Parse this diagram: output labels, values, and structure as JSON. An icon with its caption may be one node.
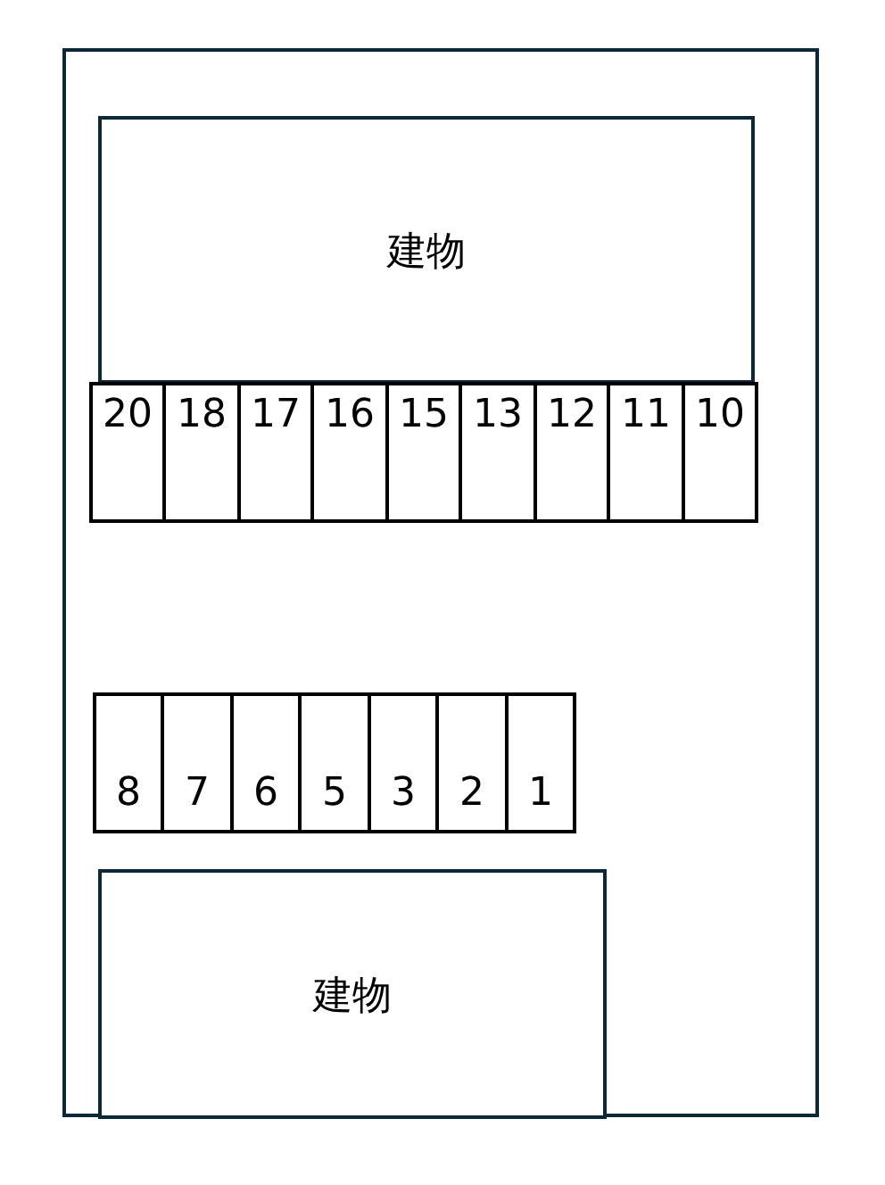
{
  "diagram": {
    "nodes": [
      {
        "text": [],
        "shape": "box"
      },
      {
        "text": [
          "建物"
        ],
        "in": 0
      },
      {
        "text": [
          "20"
        ],
        "in": 0
      },
      {
        "text": [
          "18"
        ],
        "in": 0
      },
      {
        "text": [
          "17"
        ],
        "in": 0
      },
      {
        "text": [
          "16"
        ],
        "in": 0
      },
      {
        "text": [
          "15"
        ],
        "in": 0
      },
      {
        "text": [
          "13"
        ],
        "in": 0
      },
      {
        "text": [
          "12"
        ],
        "in": 0
      },
      {
        "text": [
          "11"
        ],
        "in": 0
      },
      {
        "text": [
          "10"
        ],
        "in": 0
      },
      {
        "text": [
          "8"
        ],
        "in": 0
      },
      {
        "text": [
          "7"
        ],
        "in": 0
      },
      {
        "text": [
          "6"
        ],
        "in": 0
      },
      {
        "text": [
          "5"
        ],
        "in": 0
      },
      {
        "text": [
          "3"
        ],
        "in": 0
      },
      {
        "text": [
          "2"
        ],
        "in": 0
      },
      {
        "text": [
          "1"
        ],
        "in": 0
      },
      {
        "text": [
          "建物"
        ],
        "in": 0
      }
    ]
  }
}
